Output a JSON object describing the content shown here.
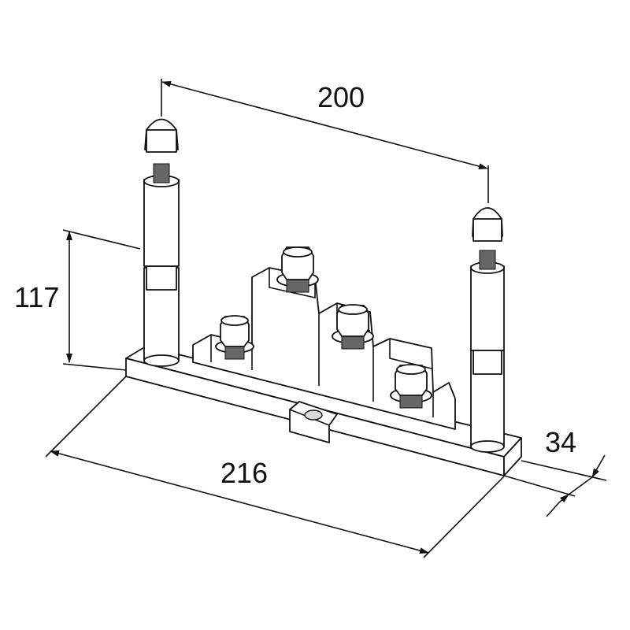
{
  "drawing": {
    "dimensions": {
      "post_spacing": "200",
      "height": "117",
      "length": "216",
      "depth": "34"
    },
    "colors": {
      "line": "#111111",
      "shade": "#d9d9d9"
    }
  }
}
